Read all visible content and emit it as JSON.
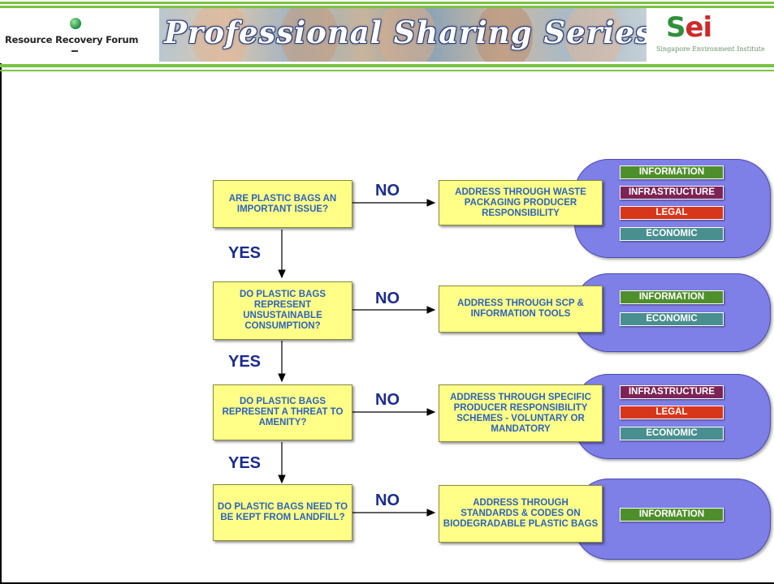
{
  "header": {
    "left_logo_text": "Resource Recovery Forum",
    "banner_title": "Professional Sharing Series",
    "right_logo_mark": "Sei",
    "right_logo_subtitle": "Singapore Environment Institute"
  },
  "flow": {
    "no_label": "NO",
    "yes_label": "YES",
    "rows": [
      {
        "question": "ARE PLASTIC BAGS AN IMPORTANT ISSUE?",
        "action": "ADDRESS THROUGH WASTE PACKAGING PRODUCER RESPONSIBILITY",
        "tools": [
          "INFORMATION",
          "INFRASTRUCTURE",
          "LEGAL",
          "ECONOMIC"
        ]
      },
      {
        "question": "DO PLASTIC BAGS REPRESENT UNSUSTAINABLE CONSUMPTION?",
        "action": "ADDRESS THROUGH SCP & INFORMATION TOOLS",
        "tools": [
          "INFORMATION",
          "ECONOMIC"
        ]
      },
      {
        "question": "DO PLASTIC BAGS REPRESENT A THREAT TO AMENITY?",
        "action": "ADDRESS THROUGH SPECIFIC PRODUCER RESPONSIBILITY SCHEMES - VOLUNTARY OR MANDATORY",
        "tools": [
          "INFRASTRUCTURE",
          "LEGAL",
          "ECONOMIC"
        ]
      },
      {
        "question": "DO PLASTIC BAGS NEED TO BE KEPT FROM LANDFILL?",
        "action": "ADDRESS THROUGH STANDARDS & CODES ON BIODEGRADABLE PLASTIC BAGS",
        "tools": [
          "INFORMATION"
        ]
      }
    ]
  },
  "colors": {
    "question_fill": "#ffff88",
    "question_text": "#2e63b8",
    "label_text": "#1b2b8f",
    "pill_fill": "#7f7fe8",
    "information": "#4f8f2b",
    "infrastructure": "#7d2456",
    "legal": "#d8361b",
    "economic": "#4a8f8f",
    "header_rule": "#7cc243"
  }
}
